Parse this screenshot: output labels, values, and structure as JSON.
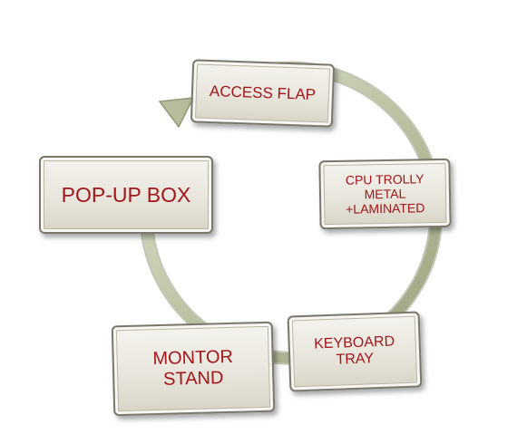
{
  "diagram": {
    "type": "cycle",
    "nodes": [
      {
        "id": "access-flap",
        "lines": [
          "ACCESS FLAP"
        ]
      },
      {
        "id": "cpu-trolly",
        "lines": [
          "CPU TROLLY",
          "METAL",
          "+LAMINATED"
        ]
      },
      {
        "id": "keyboard-tray",
        "lines": [
          "KEYBOARD",
          "TRAY"
        ]
      },
      {
        "id": "montor-stand",
        "lines": [
          "MONTOR",
          "STAND"
        ]
      },
      {
        "id": "pop-up-box",
        "lines": [
          "POP-UP BOX"
        ]
      }
    ],
    "colors": {
      "text": "#a3161c",
      "ring": "#bcc3a4",
      "ring_shadow": "#8f9776",
      "box_fill": "#ebe9e0",
      "box_border": "#7a786d"
    }
  }
}
